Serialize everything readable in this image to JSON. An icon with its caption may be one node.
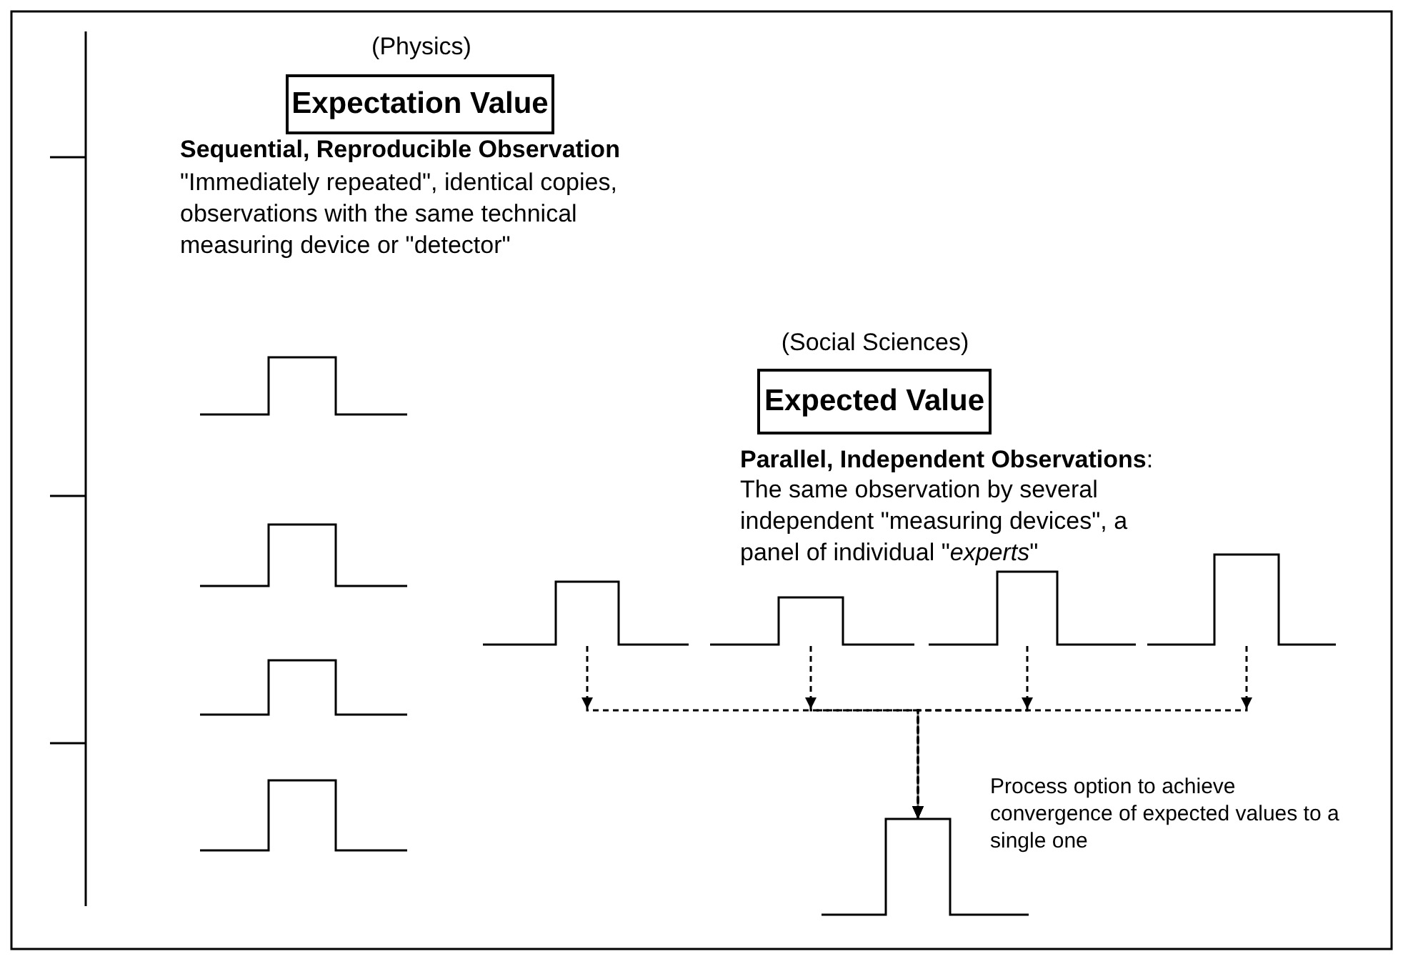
{
  "diagram": {
    "nodes": [
      {
        "text": [
          "(Physics)",
          "Expectation Value"
        ]
      },
      {
        "text": [],
        "shape": "pulse"
      },
      {
        "text": [],
        "shape": "pulse"
      },
      {
        "text": [],
        "shape": "pulse"
      },
      {
        "text": [],
        "shape": "pulse"
      },
      {
        "text": [
          "(Social Sciences)",
          "Expected Value"
        ]
      },
      {
        "text": [],
        "shape": "pulse"
      },
      {
        "text": [],
        "shape": "pulse"
      },
      {
        "text": [],
        "shape": "pulse"
      },
      {
        "text": [],
        "shape": "pulse"
      },
      {
        "text": [],
        "shape": "pulse",
        "beside": [
          "Process option to achieve convergence of expected values to a single one"
        ]
      }
    ],
    "edges": [
      {
        "from": 6,
        "to": 10,
        "arrow": "to",
        "style": "dashed"
      },
      {
        "from": 7,
        "to": 10,
        "arrow": "to",
        "style": "dashed"
      },
      {
        "from": 8,
        "to": 10,
        "arrow": "to",
        "style": "dashed"
      },
      {
        "from": 9,
        "to": 10,
        "arrow": "to",
        "style": "dashed"
      }
    ],
    "labels": [
      "Sequential, Reproducible Observation",
      "\"Immediately repeated\", identical copies, observations with the same technical measuring device or \"detector\"",
      "**Parallel, Independent Observations**:",
      "The same observation by several independent \"measuring devices\", a panel of individual \"*experts*\""
    ]
  }
}
